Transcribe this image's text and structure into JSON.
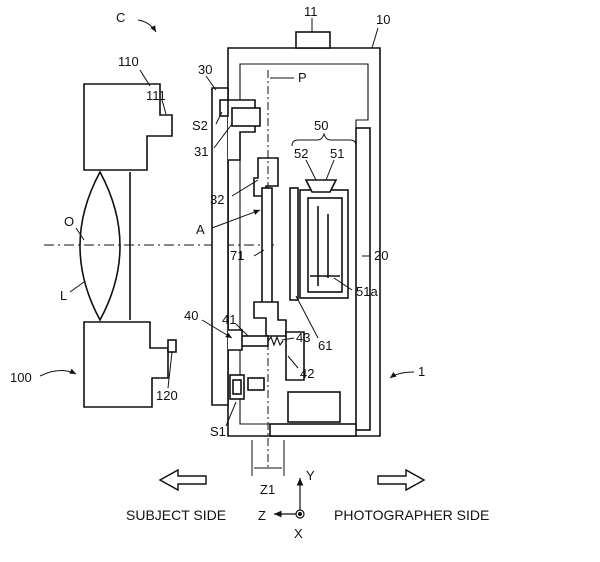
{
  "figure": {
    "labels": {
      "camera": "C",
      "lens_unit": "100",
      "lens_housing": "110",
      "lens_edge": "111",
      "lens_contact": "120",
      "optical_axis": "O",
      "lens": "L",
      "mount": "30",
      "sensor_S2": "S2",
      "part_31": "31",
      "part_32": "32",
      "region_A": "A",
      "part_40": "40",
      "part_41": "41",
      "part_42": "42",
      "part_43": "43",
      "sensor_S1": "S1",
      "body": "10",
      "button": "11",
      "part_1": "1",
      "board": "20",
      "unit_50": "50",
      "part_51": "51",
      "part_52": "52",
      "part_51a": "51a",
      "part_61": "61",
      "part_71": "71",
      "plane_P": "P",
      "distance_Z1": "Z1"
    },
    "axes": {
      "y": "Y",
      "z": "Z",
      "x": "X"
    },
    "directions": {
      "subject": "SUBJECT SIDE",
      "photographer": "PHOTOGRAPHER SIDE"
    }
  }
}
